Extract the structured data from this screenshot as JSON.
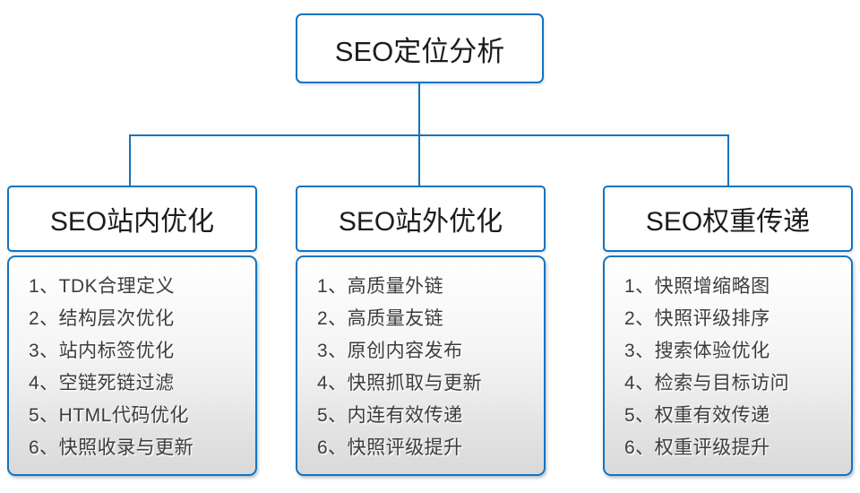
{
  "root": {
    "title": "SEO定位分析"
  },
  "branches": [
    {
      "title": "SEO站内优化",
      "items": [
        "1、TDK合理定义",
        "2、结构层次优化",
        "3、站内标签优化",
        "4、空链死链过滤",
        "5、HTML代码优化",
        "6、快照收录与更新"
      ]
    },
    {
      "title": "SEO站外优化",
      "items": [
        "1、高质量外链",
        "2、高质量友链",
        "3、原创内容发布",
        "4、快照抓取与更新",
        "5、内连有效传递",
        "6、快照评级提升"
      ]
    },
    {
      "title": "SEO权重传递",
      "items": [
        "1、快照增缩略图",
        "2、快照评级排序",
        "3、搜索体验优化",
        "4、检索与目标访问",
        "5、权重有效传递",
        "6、权重评级提升"
      ]
    }
  ],
  "colors": {
    "border_blue": "#1273c0",
    "header_text": "#1c1c1c",
    "item_text": "#3d3d3d",
    "list_gradient_top": "#ffffff",
    "list_gradient_bottom": "#d9d9d9",
    "background": "#ffffff"
  }
}
